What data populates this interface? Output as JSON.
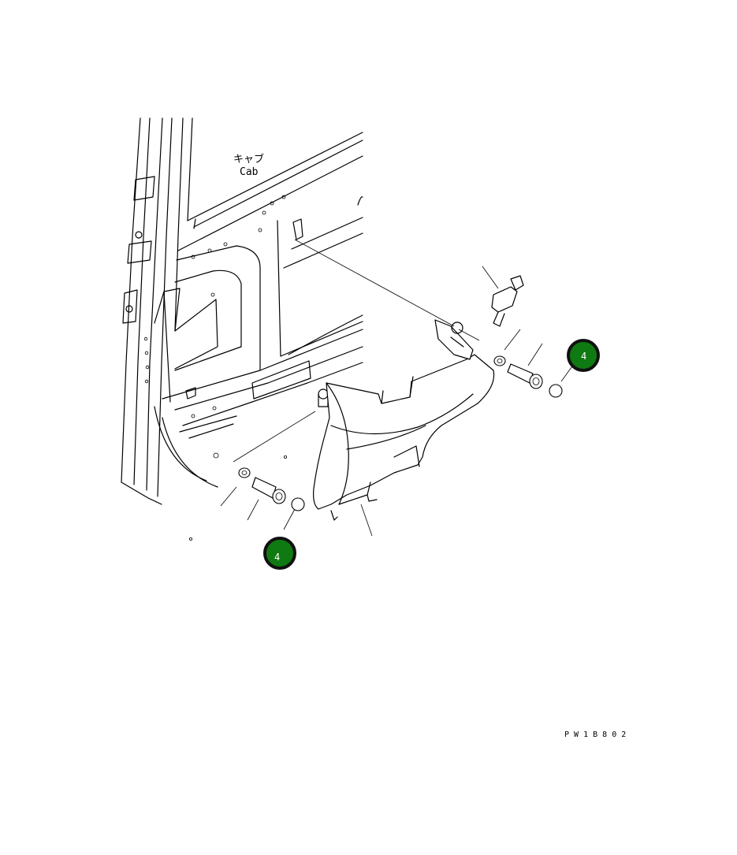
{
  "labels": {
    "cab_jp": "キャブ",
    "cab_en": "Cab",
    "drawing_code": "P W 1 B 8 0 2"
  },
  "callouts": [
    {
      "id": "callout-right",
      "text": "4"
    },
    {
      "id": "callout-left",
      "text": "4"
    }
  ],
  "colors": {
    "callout_fill": "#0f7a12",
    "callout_stroke": "#111111",
    "callout_text": "#ffffff",
    "line": "#000000",
    "background": "#ffffff"
  }
}
